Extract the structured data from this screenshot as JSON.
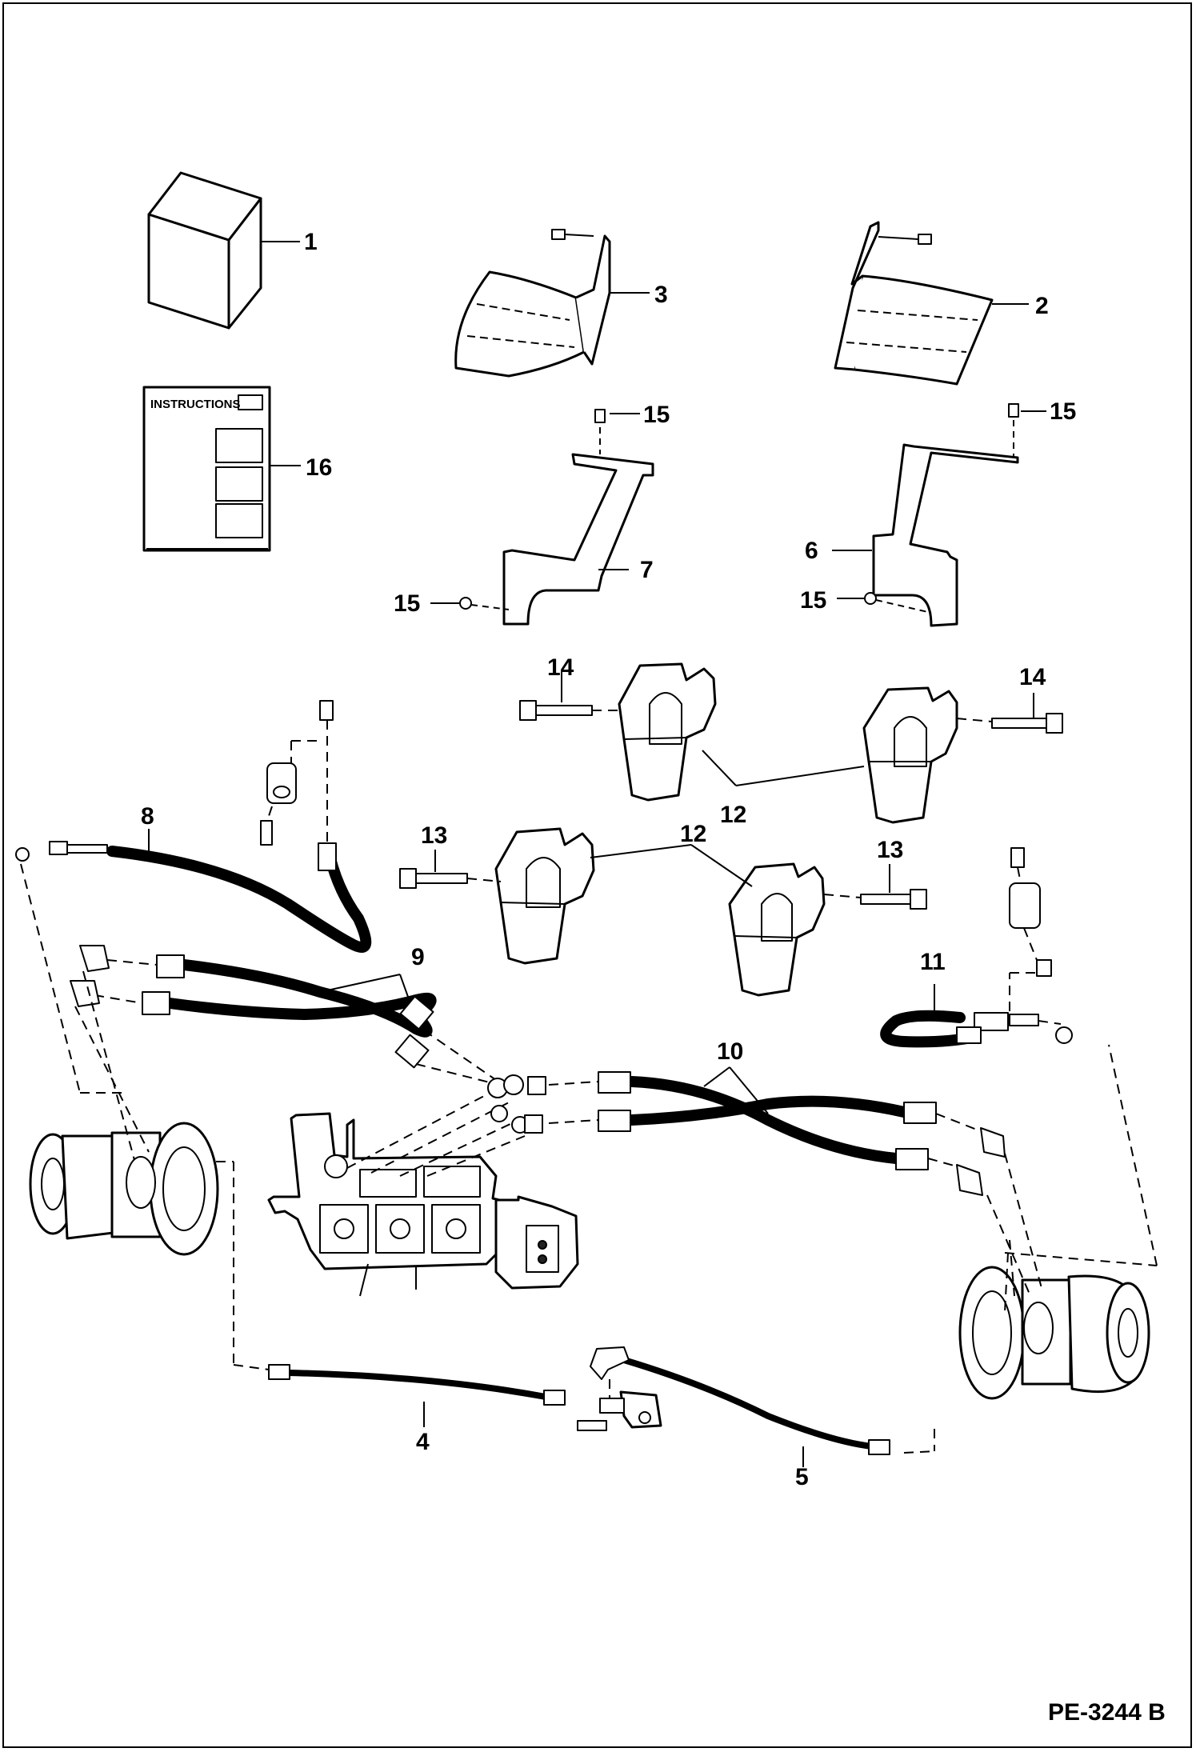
{
  "diagram": {
    "reference_code": "PE-3244 B",
    "instructions_label": "INSTRUCTIONS",
    "callouts": [
      {
        "id": "c1",
        "label": "1"
      },
      {
        "id": "c2",
        "label": "2"
      },
      {
        "id": "c3",
        "label": "3"
      },
      {
        "id": "c4",
        "label": "4"
      },
      {
        "id": "c5",
        "label": "5"
      },
      {
        "id": "c6",
        "label": "6"
      },
      {
        "id": "c7",
        "label": "7"
      },
      {
        "id": "c8",
        "label": "8"
      },
      {
        "id": "c9",
        "label": "9"
      },
      {
        "id": "c10",
        "label": "10"
      },
      {
        "id": "c11",
        "label": "11"
      },
      {
        "id": "c12a",
        "label": "12"
      },
      {
        "id": "c12b",
        "label": "12"
      },
      {
        "id": "c13a",
        "label": "13"
      },
      {
        "id": "c13b",
        "label": "13"
      },
      {
        "id": "c14a",
        "label": "14"
      },
      {
        "id": "c14b",
        "label": "14"
      },
      {
        "id": "c15a",
        "label": "15"
      },
      {
        "id": "c15b",
        "label": "15"
      },
      {
        "id": "c15c",
        "label": "15"
      },
      {
        "id": "c15d",
        "label": "15"
      },
      {
        "id": "c16",
        "label": "16"
      }
    ]
  }
}
